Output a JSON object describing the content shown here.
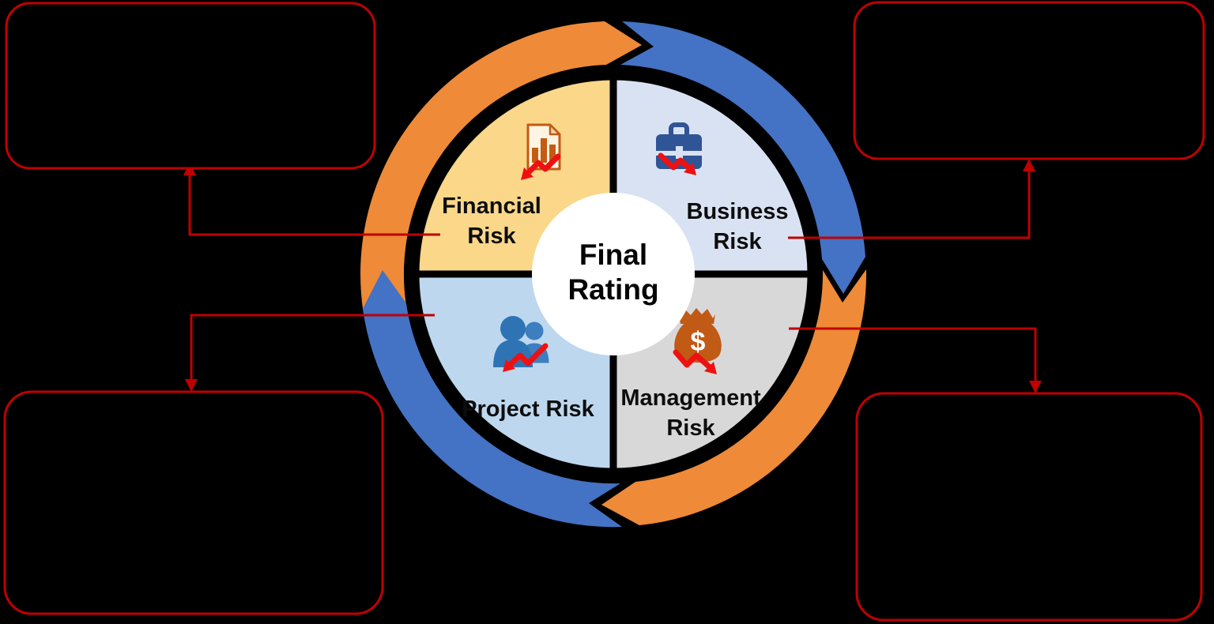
{
  "colors": {
    "background": "#000000",
    "arc_orange": "#EE8A38",
    "arc_blue": "#4472C4",
    "quad_financial": "#FBD78A",
    "quad_business": "#D9E2F3",
    "quad_project": "#BDD7EE",
    "quad_management": "#D8D8D8",
    "divider_black": "#000000",
    "center_circle": "#FFFFFF",
    "callout_border": "#C00000",
    "connector_red": "#C00000",
    "icon_document_brown": "#C55A11",
    "icon_document_fill": "#FDF4E4",
    "icon_briefcase_blue": "#2F5597",
    "icon_people_front_blue": "#2E74B5",
    "icon_people_back_blue": "#3D7EBF",
    "icon_moneybag_brown": "#C05A15",
    "risk_zigzag_red": "#EE1111"
  },
  "center": {
    "line1": "Final",
    "line2": "Rating"
  },
  "quadrants": {
    "financial": {
      "line1": "Financial",
      "line2": "Risk",
      "icon": "report-chart-document-icon"
    },
    "business": {
      "line1": "Business",
      "line2": "Risk",
      "icon": "briefcase-icon"
    },
    "project": {
      "line1": "Project Risk",
      "line2": "",
      "icon": "team-people-icon"
    },
    "management": {
      "line1": "Management",
      "line2": "Risk",
      "icon": "money-bag-icon"
    }
  },
  "moneybag_symbol": "$",
  "flow_arrows": [
    {
      "position": "top-left",
      "color": "#EE8A38",
      "direction": "clockwise"
    },
    {
      "position": "top-right",
      "color": "#4472C4",
      "direction": "clockwise"
    },
    {
      "position": "bottom-right",
      "color": "#EE8A38",
      "direction": "clockwise"
    },
    {
      "position": "bottom-left",
      "color": "#4472C4",
      "direction": "clockwise"
    }
  ],
  "callouts": [
    {
      "position": "top-left",
      "text": ""
    },
    {
      "position": "top-right",
      "text": ""
    },
    {
      "position": "bottom-left",
      "text": ""
    },
    {
      "position": "bottom-right",
      "text": ""
    }
  ]
}
